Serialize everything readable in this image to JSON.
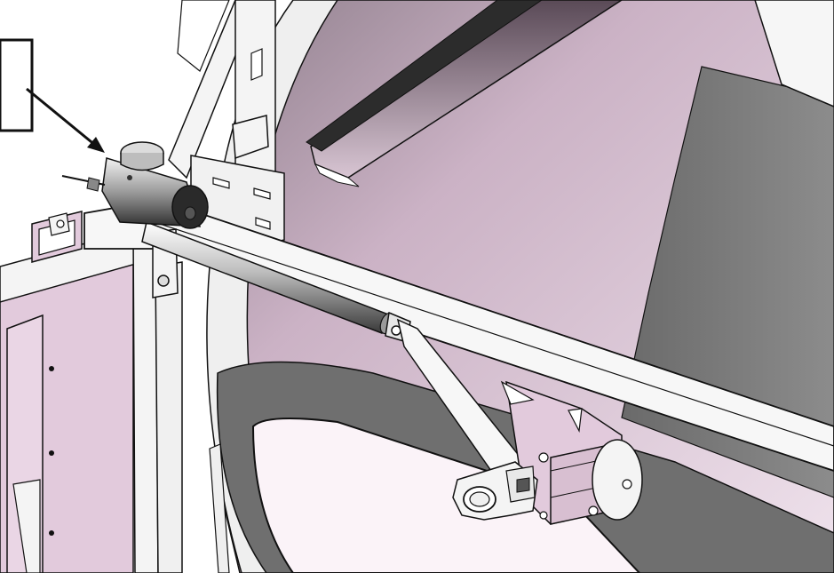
{
  "diagram": {
    "callout_box_text": "",
    "colors": {
      "background": "#ffffff",
      "drum_interior": "#d9c3d3",
      "drum_dark_band": "#757575",
      "panel_pink": "#e2cadc",
      "frame_white": "#f4f4f4",
      "outline": "#111111"
    },
    "parts": {
      "callout_box": "callout-box",
      "callout_arrow": "arrow",
      "actuator": "linear-actuator",
      "beam": "horizontal-beam",
      "arm": "lever-arm",
      "clamp": "clamp",
      "housing": "motor-housing"
    }
  }
}
